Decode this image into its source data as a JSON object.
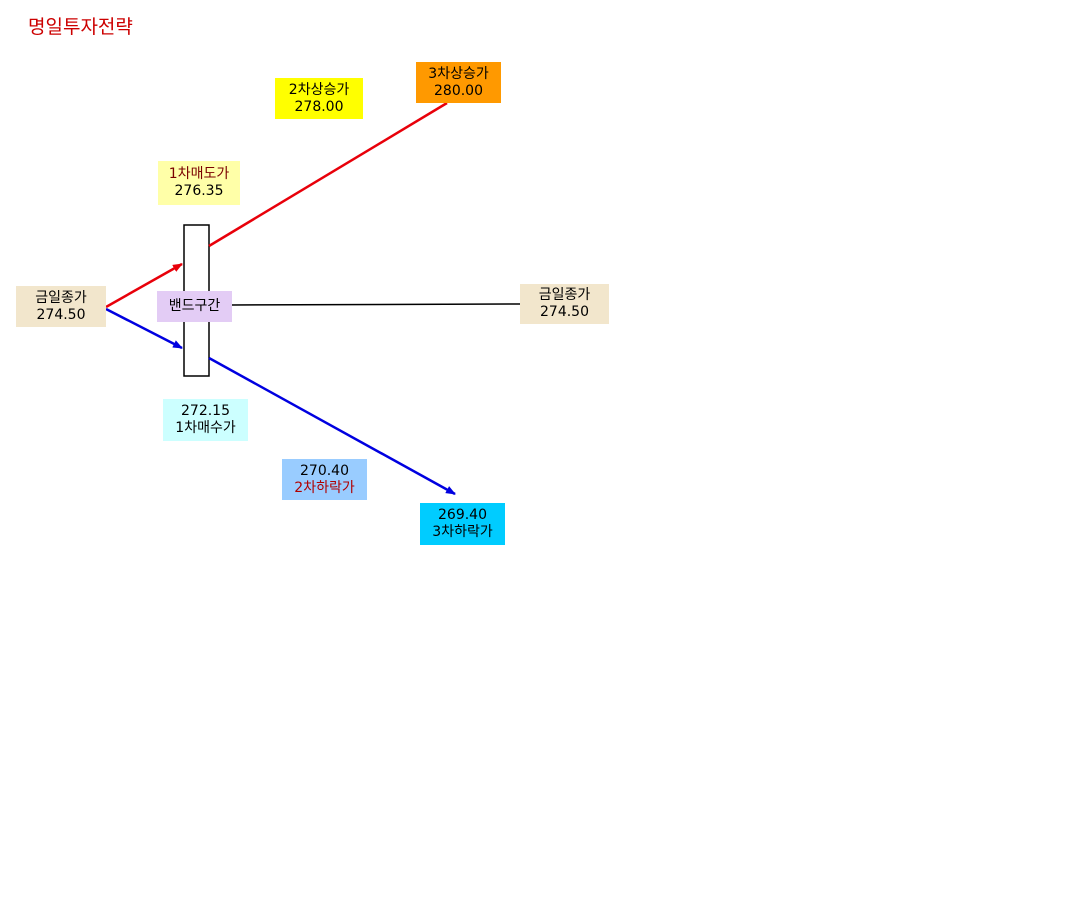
{
  "title": "명일투자전략",
  "colors": {
    "title": "#cc0000",
    "up_line": "#e8000a",
    "down_line": "#0000e0",
    "mid_line": "#000000"
  },
  "nodes": {
    "close_left": {
      "label": "금일종가",
      "value": "274.50",
      "bg": "#f2e6cc"
    },
    "close_right": {
      "label": "금일종가",
      "value": "274.50",
      "bg": "#f2e6cc"
    },
    "sell1": {
      "label": "1차매도가",
      "value": "276.35",
      "bg": "#ffffa8"
    },
    "up2": {
      "label": "2차상승가",
      "value": "278.00",
      "bg": "#ffff00"
    },
    "up3": {
      "label": "3차상승가",
      "value": "280.00",
      "bg": "#ff9900"
    },
    "band": {
      "label": "밴드구간",
      "bg": "#e3ccf5"
    },
    "buy1": {
      "label": "1차매수가",
      "value": "272.15",
      "bg": "#ccffff"
    },
    "down2": {
      "label": "2차하락가",
      "value": "270.40",
      "bg": "#99ccff"
    },
    "down3": {
      "label": "3차하락가",
      "value": "269.40",
      "bg": "#00ccff"
    }
  }
}
